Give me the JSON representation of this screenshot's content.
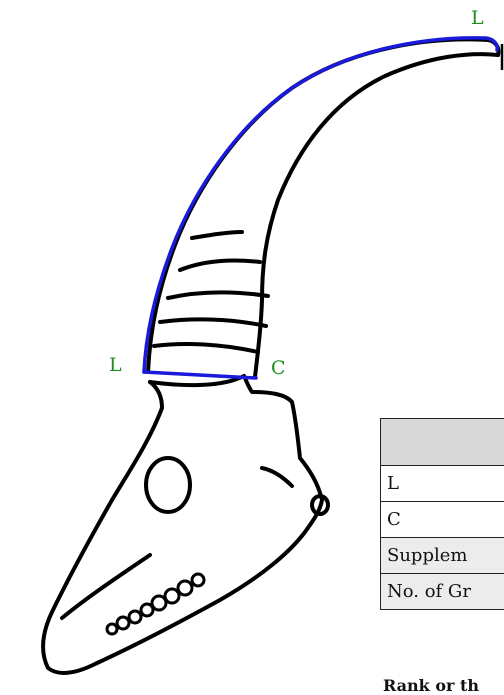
{
  "labels": {
    "tip": "L",
    "base_left": "L",
    "base_circumference": "C"
  },
  "measurement_table": {
    "header": "",
    "rows": [
      {
        "label": "L"
      },
      {
        "label": "C"
      },
      {
        "label": "Supplem"
      },
      {
        "label": "No. of Gr"
      }
    ]
  },
  "footer": {
    "text": "Rank or th"
  },
  "colors": {
    "measurement_line": "#1a1adc",
    "label_text": "#1a8f1a",
    "outline": "#000000",
    "table_header": "#d9d9d9"
  }
}
